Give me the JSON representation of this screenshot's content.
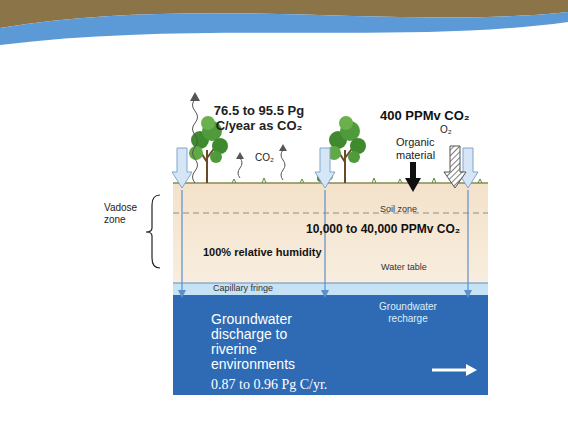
{
  "diagram": {
    "nodes": [
      {
        "text": [
          "Soil zone",
          "10,000 to 40,000 PPMv CO₂",
          "100% relative humidity",
          "Water table"
        ]
      },
      {
        "text": [
          "Capillary fringe"
        ]
      },
      {
        "text": [
          "Groundwater recharge",
          "Groundwater discharge to riverine environments",
          "0.87 to 0.96 Pg C/yr."
        ]
      }
    ],
    "labels": [
      "76.5 to 95.5 Pg C/year as CO₂",
      "CO₂",
      "400 PPMv CO₂",
      "Organic material",
      "O₂",
      "Vadose zone"
    ]
  }
}
